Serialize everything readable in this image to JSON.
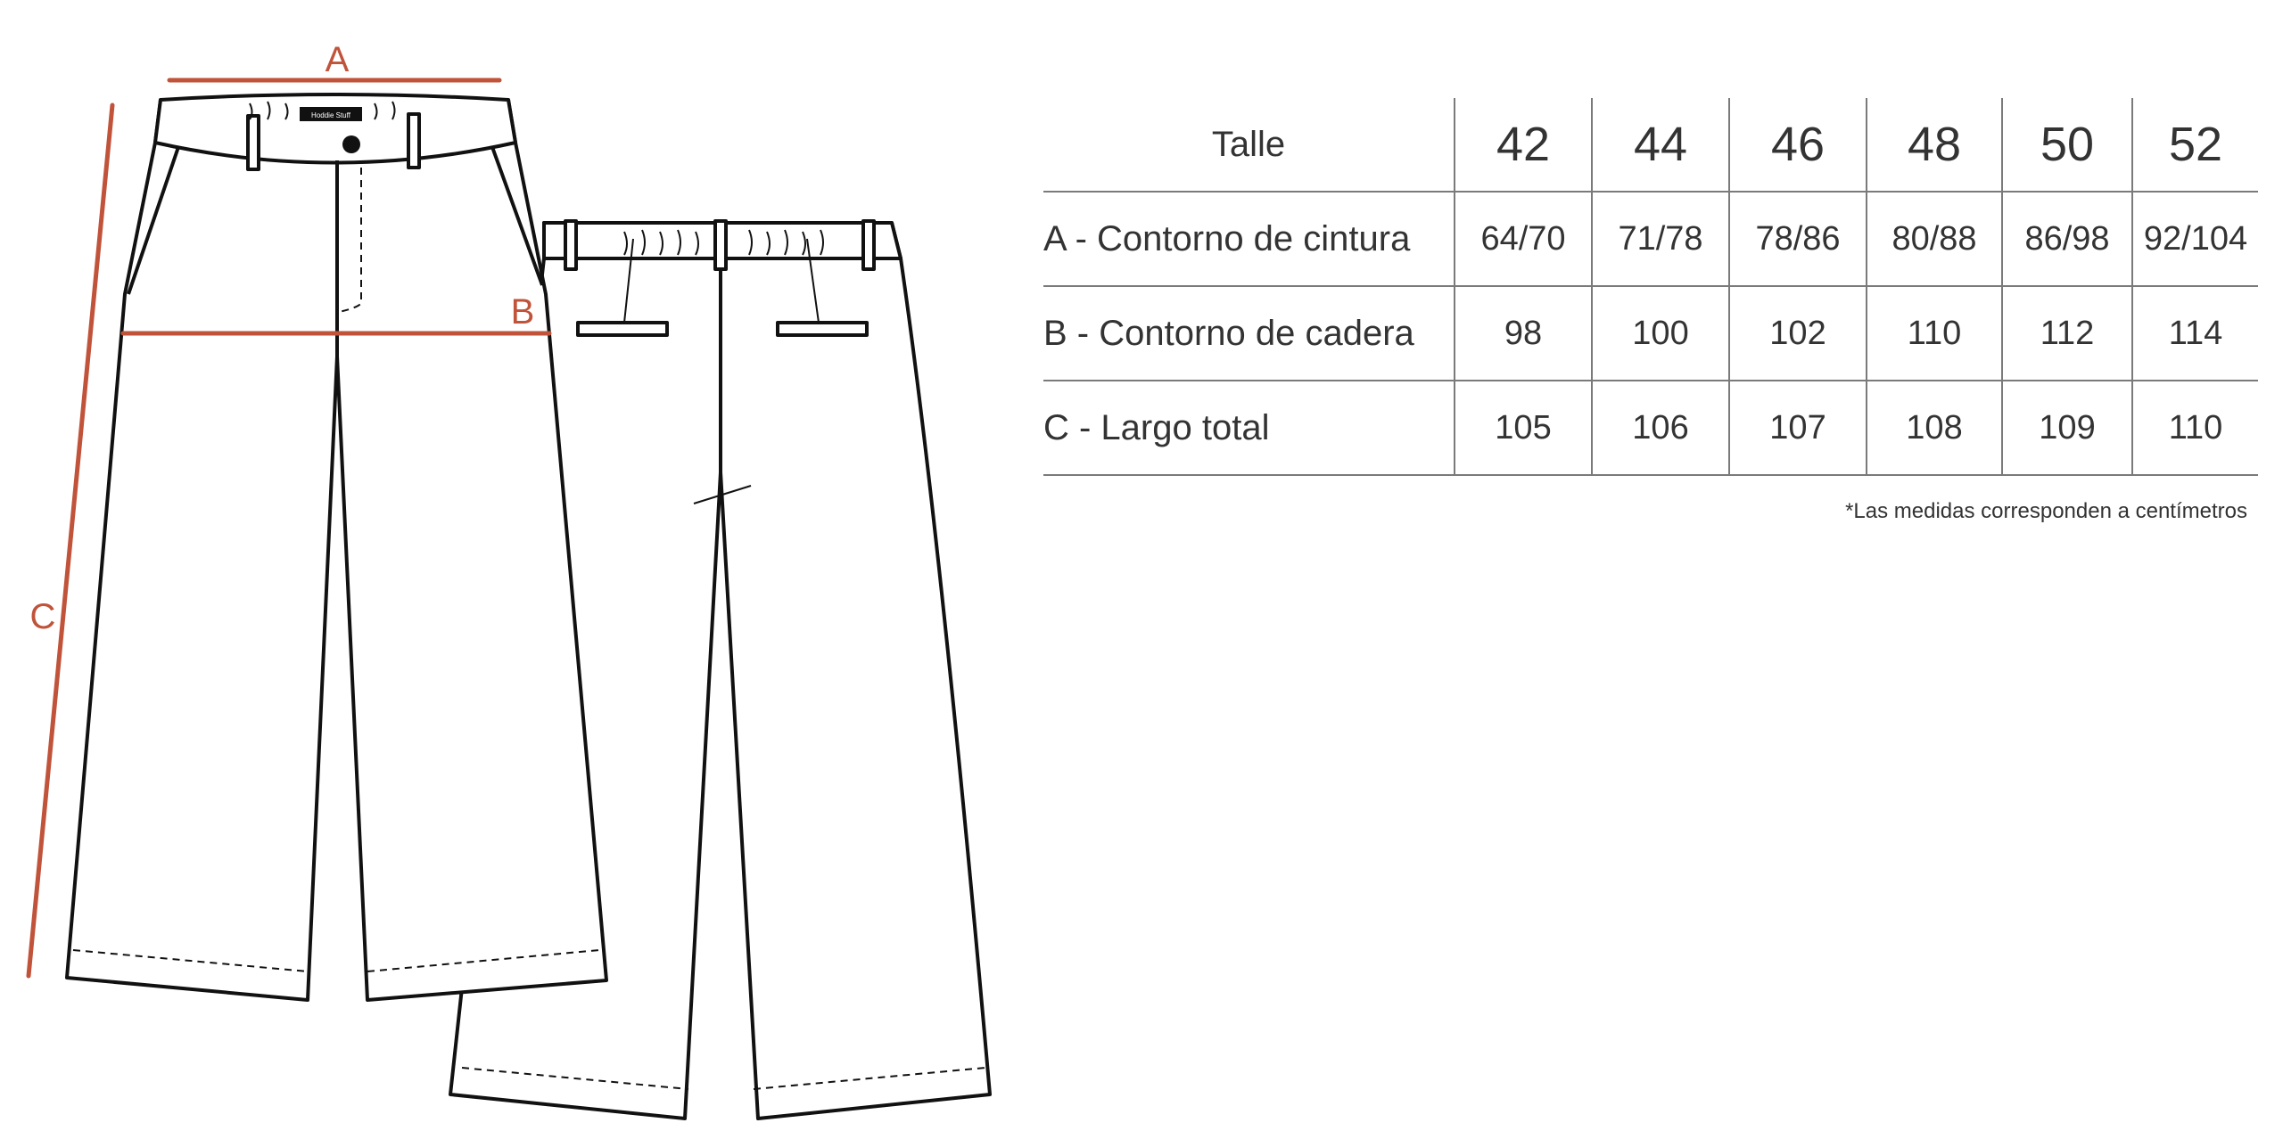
{
  "diagram": {
    "labels": {
      "a": "A",
      "b": "B",
      "c": "C"
    },
    "brand_tag": "Hoddie Stuff",
    "colors": {
      "measure_line": "#c0533a",
      "outline": "#111111"
    }
  },
  "table": {
    "header_label": "Talle",
    "sizes": [
      "42",
      "44",
      "46",
      "48",
      "50",
      "52"
    ],
    "rows": [
      {
        "label": "A - Contorno de cintura",
        "values": [
          "64/70",
          "71/78",
          "78/86",
          "80/88",
          "86/98",
          "92/104"
        ]
      },
      {
        "label": "B - Contorno de cadera",
        "values": [
          "98",
          "100",
          "102",
          "110",
          "112",
          "114"
        ]
      },
      {
        "label": "C - Largo total",
        "values": [
          "105",
          "106",
          "107",
          "108",
          "109",
          "110"
        ]
      }
    ]
  },
  "note": "*Las medidas corresponden a centímetros"
}
